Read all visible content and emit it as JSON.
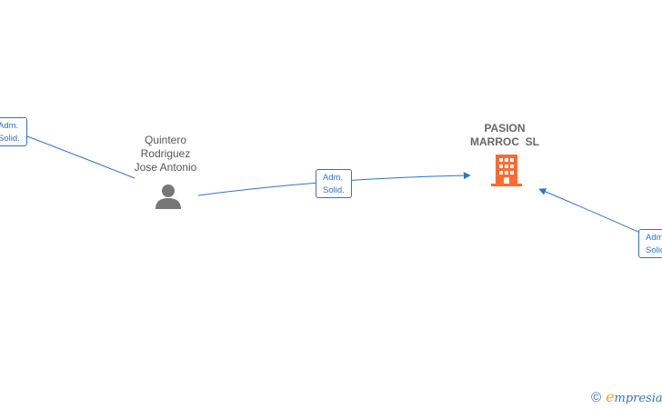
{
  "nodes": {
    "person": {
      "name_lines": [
        "Quintero",
        "Rodriguez",
        "Jose Antonio"
      ],
      "icon": "person-icon",
      "color": "#777777"
    },
    "company": {
      "name_lines": [
        "PASION",
        "MARROC  SL"
      ],
      "icon": "building-icon",
      "color": "#ff6a2f"
    }
  },
  "edges": [
    {
      "from": "offscreen-left",
      "to": "person",
      "label_lines": [
        "Adm.",
        "Solid."
      ]
    },
    {
      "from": "person",
      "to": "company",
      "label_lines": [
        "Adm.",
        "Solid."
      ]
    },
    {
      "from": "offscreen-right",
      "to": "company",
      "label_lines": [
        "Adm.",
        "Solid."
      ]
    }
  ],
  "colors": {
    "edge": "#2f73c9"
  },
  "watermark": {
    "symbol": "©",
    "brand_first": "e",
    "brand_rest": "mpresia"
  }
}
